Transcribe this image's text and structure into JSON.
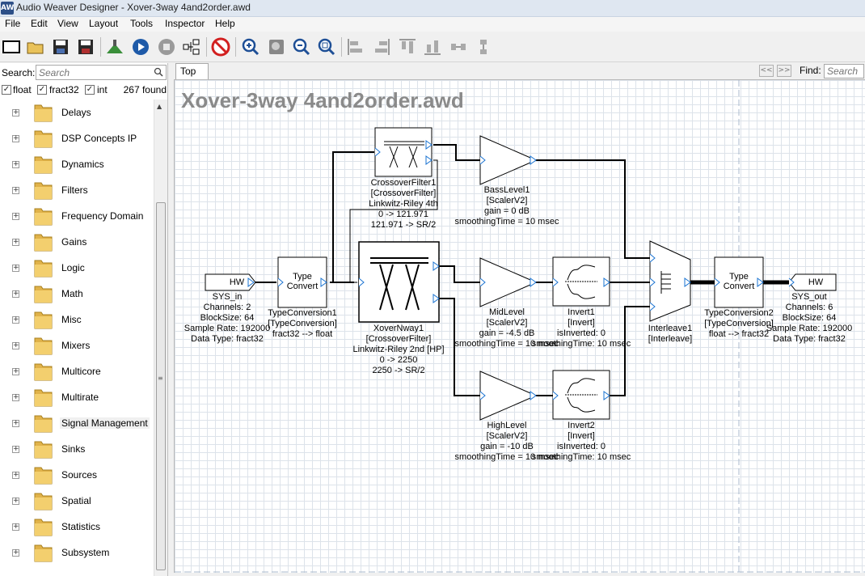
{
  "window": {
    "title": "Audio Weaver Designer - Xover-3way 4and2order.awd",
    "app_icon_text": "AW"
  },
  "menu": [
    "File",
    "Edit",
    "View",
    "Layout",
    "Tools",
    "Inspector",
    "Help"
  ],
  "toolbar_icons": [
    "new-icon",
    "open-icon",
    "save-icon",
    "save-all-icon",
    "build-icon",
    "run-icon",
    "stop-icon",
    "profile-icon",
    "no-debug-icon",
    "zoom-in-icon",
    "zoom-fit-icon",
    "zoom-out-icon",
    "zoom-reset-icon",
    "align-left-icon",
    "align-right-icon",
    "align-top-icon",
    "align-bottom-icon",
    "distribute-h-icon",
    "distribute-v-icon"
  ],
  "left_panel": {
    "search_label": "Search:",
    "search_placeholder": "Search",
    "filters": [
      {
        "label": "float",
        "checked": true
      },
      {
        "label": "fract32",
        "checked": true
      },
      {
        "label": "int",
        "checked": true
      }
    ],
    "found": "267 found",
    "tree": [
      "Delays",
      "DSP Concepts IP",
      "Dynamics",
      "Filters",
      "Frequency Domain",
      "Gains",
      "Logic",
      "Math",
      "Misc",
      "Mixers",
      "Multicore",
      "Multirate",
      "Signal Management",
      "Sinks",
      "Sources",
      "Spatial",
      "Statistics",
      "Subsystem"
    ],
    "selected": "Signal Management"
  },
  "canvas": {
    "tab": "Top",
    "nav_prev": "<<",
    "nav_next": ">>",
    "find_label": "Find:",
    "find_placeholder": "Search",
    "title": "Xover-3way 4and2order.awd",
    "blocks": {
      "sys_in": {
        "box": "HW",
        "lines": [
          "SYS_in",
          "Channels: 2",
          "BlockSize: 64",
          "Sample Rate: 192000",
          "Data Type: fract32"
        ]
      },
      "type_conv1": {
        "box": [
          "Type",
          "Convert"
        ],
        "lines": [
          "TypeConversion1",
          "[TypeConversion]",
          "fract32 --> float"
        ]
      },
      "crossover1": {
        "lines": [
          "CrossoverFilter1",
          "[CrossoverFilter]",
          "Linkwitz-Riley 4th",
          "0 -> 121.971",
          "121.971 -> SR/2"
        ]
      },
      "xovernway1": {
        "lines": [
          "XoverNway1",
          "[CrossoverFilter]",
          "Linkwitz-Riley 2nd [HP]",
          "0 -> 2250",
          "2250 -> SR/2"
        ]
      },
      "bass_level": {
        "lines": [
          "BassLevel1",
          "[ScalerV2]",
          "gain = 0 dB",
          "smoothingTime = 10 msec"
        ]
      },
      "mid_level": {
        "lines": [
          "MidLevel",
          "[ScalerV2]",
          "gain = -4.5 dB",
          "smoothingTime = 10 msec"
        ]
      },
      "high_level": {
        "lines": [
          "HighLevel",
          "[ScalerV2]",
          "gain = -10 dB",
          "smoothingTime = 10 msec"
        ]
      },
      "invert1": {
        "lines": [
          "Invert1",
          "[Invert]",
          "isInverted: 0",
          "smoothingTime: 10 msec"
        ]
      },
      "invert2": {
        "lines": [
          "Invert2",
          "[Invert]",
          "isInverted: 0",
          "smoothingTime: 10 msec"
        ]
      },
      "interleave": {
        "lines": [
          "Interleave1",
          "[Interleave]"
        ]
      },
      "type_conv2": {
        "box": [
          "Type",
          "Convert"
        ],
        "lines": [
          "TypeConversion2",
          "[TypeConversion]",
          "float --> fract32"
        ]
      },
      "sys_out": {
        "box": "HW",
        "lines": [
          "SYS_out",
          "Channels: 6",
          "BlockSize: 64",
          "Sample Rate: 192000",
          "Data Type: fract32"
        ]
      }
    }
  },
  "colors": {
    "pin": "#1a73d1",
    "wire": "#000000",
    "grid": "#dde3ea",
    "title_gray": "#8a8a8a"
  }
}
